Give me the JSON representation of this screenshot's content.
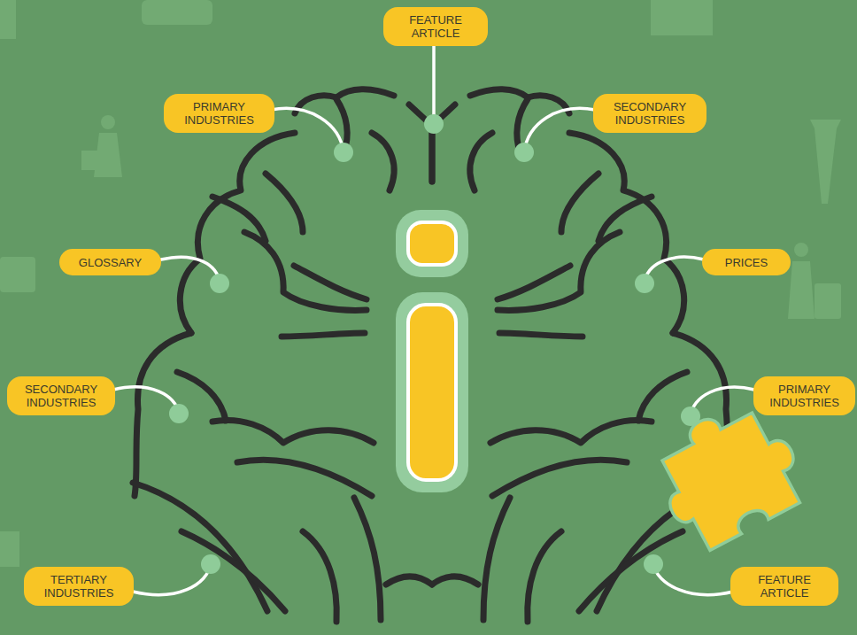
{
  "diagram": {
    "nodes": [
      {
        "text": [
          "FEATURE ARTICLE"
        ]
      },
      {
        "text": [
          "PRIMARY INDUSTRIES"
        ]
      },
      {
        "text": [
          "SECONDARY INDUSTRIES"
        ]
      },
      {
        "text": [
          "GLOSSARY"
        ]
      },
      {
        "text": [
          "PRICES"
        ]
      },
      {
        "text": [
          "SECONDARY INDUSTRIES"
        ]
      },
      {
        "text": [
          "PRIMARY INDUSTRIES"
        ]
      },
      {
        "text": [
          "TERTIARY INDUSTRIES"
        ]
      },
      {
        "text": [
          "FEATURE ARTICLE"
        ]
      }
    ]
  }
}
